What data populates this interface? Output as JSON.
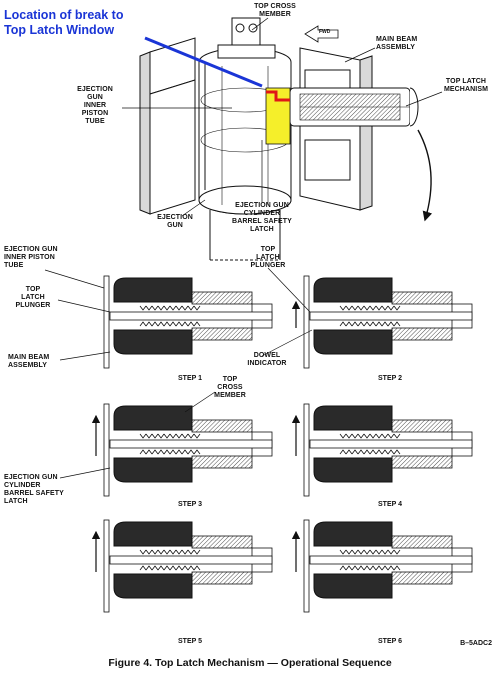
{
  "highlight": {
    "text": "Location of break to\nTop Latch Window",
    "color": "#1a35d6",
    "accent": "#f5ef2a",
    "break_mark": "#e01818"
  },
  "labels": {
    "top_cross_member": "TOP CROSS\nMEMBER",
    "fwd": "FWD",
    "main_beam_assembly": "MAIN BEAM\nASSEMBLY",
    "top_latch_mechanism": "TOP LATCH\nMECHANISM",
    "ejection_gun_inner_piston_tube": "EJECTION\nGUN\nINNER\nPISTON\nTUBE",
    "ejection_gun": "EJECTION\nGUN",
    "ejection_gun_cylinder_barrel_safety_latch": "EJECTION GUN\nCYLINDER\nBARREL SAFETY\nLATCH"
  },
  "steps": {
    "left_inner_piston_tube": "EJECTION GUN\nINNER PISTON\nTUBE",
    "left_top_latch_plunger": "TOP\nLATCH\nPLUNGER",
    "left_main_beam_assembly": "MAIN BEAM\nASSEMBLY",
    "top_latch_plunger_2": "TOP\nLATCH\nPLUNGER",
    "dowel_indicator": "DOWEL\nINDICATOR",
    "top_cross_member_3": "TOP\nCROSS\nMEMBER",
    "left_cylinder_barrel_safety_latch": "EJECTION GUN\nCYLINDER\nBARREL SAFETY\nLATCH",
    "step1": "STEP 1",
    "step2": "STEP 2",
    "step3": "STEP 3",
    "step4": "STEP 4",
    "step5": "STEP 5",
    "step6": "STEP 6"
  },
  "caption": "Figure 4. Top Latch Mechanism — Operational Sequence",
  "figure_code": "B–5ADC2"
}
